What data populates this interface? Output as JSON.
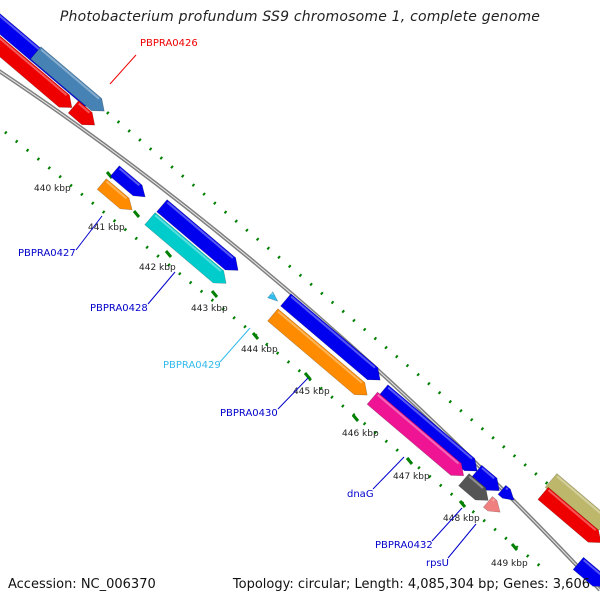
{
  "title": "Photobacterium profundum SS9 chromosome 1, complete genome",
  "footer": {
    "accession": "Accession: NC_006370",
    "summary": "Topology: circular; Length: 4,085,304 bp; Genes: 3,606"
  },
  "colors": {
    "blue": "#0000ee",
    "steelblue": "#4682b4",
    "red": "#ee0000",
    "orange": "#ff8c00",
    "cyan": "#00cccc",
    "magenta": "#ee1493",
    "gray": "#555555",
    "pink": "#f08080",
    "olive": "#bdb76b",
    "tick_green": "#008000",
    "backbone": "#808080"
  },
  "kbp_labels": [
    "440 kbp",
    "441 kbp",
    "442 kbp",
    "443 kbp",
    "444 kbp",
    "445 kbp",
    "446 kbp",
    "447 kbp",
    "448 kbp",
    "449 kbp"
  ],
  "gene_labels": [
    {
      "id": "PBPRA0426",
      "text": "PBPRA0426",
      "color": "#ee0000"
    },
    {
      "id": "PBPRA0427",
      "text": "PBPRA0427",
      "color": "#0000cc"
    },
    {
      "id": "PBPRA0428",
      "text": "PBPRA0428",
      "color": "#0000cc"
    },
    {
      "id": "PBPRA0429",
      "text": "PBPRA0429",
      "color": "#33bbee"
    },
    {
      "id": "PBPRA0430",
      "text": "PBPRA0430",
      "color": "#0000cc"
    },
    {
      "id": "dnaG",
      "text": "dnaG",
      "color": "#0000cc"
    },
    {
      "id": "PBPRA0432",
      "text": "PBPRA0432",
      "color": "#0000cc"
    },
    {
      "id": "rpsU",
      "text": "rpsU",
      "color": "#0000cc"
    }
  ]
}
